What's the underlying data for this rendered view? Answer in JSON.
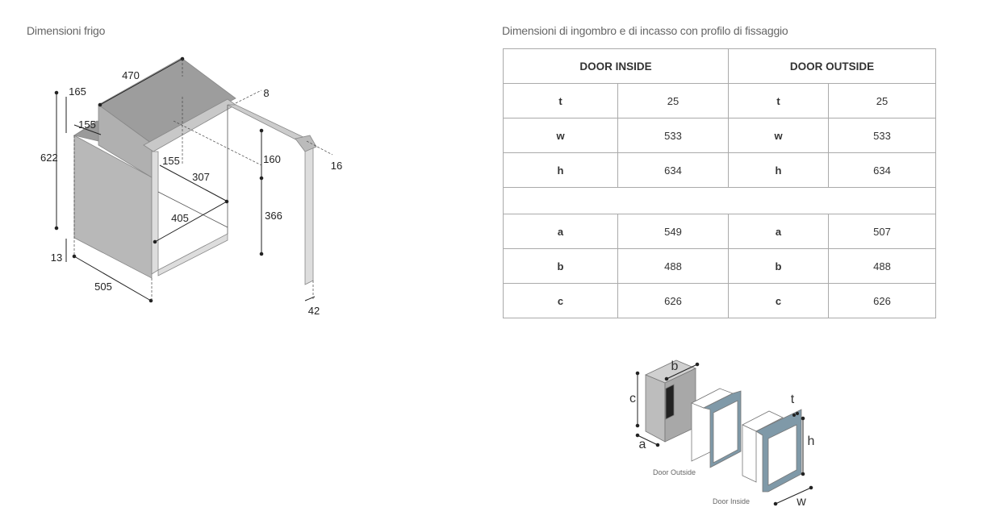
{
  "left_title": "Dimensioni frigo",
  "right_title": "Dimensioni di ingombro e di incasso con profilo di fissaggio",
  "fridge_dims": {
    "w470": "470",
    "d165": "165",
    "d155a": "155",
    "h622": "622",
    "d8": "8",
    "d155b": "155",
    "d307": "307",
    "d160": "160",
    "d16": "16",
    "d405": "405",
    "d366": "366",
    "d13": "13",
    "d505": "505",
    "d42": "42"
  },
  "table": {
    "headers": [
      "DOOR INSIDE",
      "DOOR OUTSIDE"
    ],
    "rows": [
      [
        "t",
        "25",
        "t",
        "25"
      ],
      [
        "w",
        "533",
        "w",
        "533"
      ],
      [
        "h",
        "634",
        "h",
        "634"
      ],
      [
        "a",
        "549",
        "a",
        "507"
      ],
      [
        "b",
        "488",
        "b",
        "488"
      ],
      [
        "c",
        "626",
        "c",
        "626"
      ]
    ]
  },
  "install_labels": {
    "a": "a",
    "b": "b",
    "c": "c",
    "t": "t",
    "h": "h",
    "w": "w",
    "door_outside": "Door Outside",
    "door_inside": "Door Inside"
  },
  "colors": {
    "body_gray": "#b5b5b5",
    "top_gray": "#9a9a9a",
    "frame_blue": "#7f99a8"
  }
}
